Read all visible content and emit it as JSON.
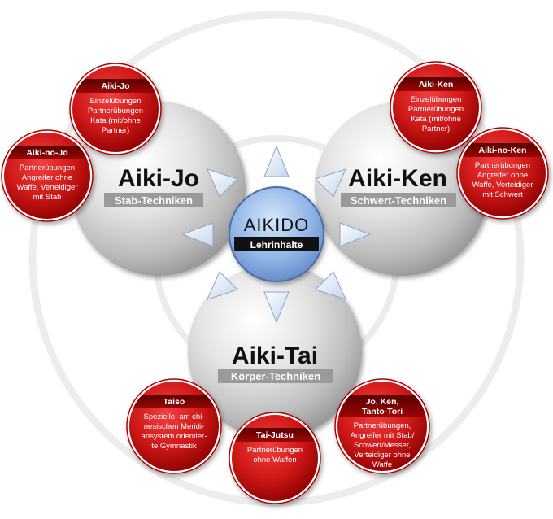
{
  "center": {
    "title": "AIKIDO",
    "subtitle": "Lehrinhalte"
  },
  "main_spheres": [
    {
      "id": "aiki-jo",
      "title": "Aiki-Jo",
      "subtitle": "Stab-Techniken"
    },
    {
      "id": "aiki-ken",
      "title": "Aiki-Ken",
      "subtitle": "Schwert-Techniken"
    },
    {
      "id": "aiki-tai",
      "title": "Aiki-Tai",
      "subtitle": "Körper-Techniken"
    }
  ],
  "detail_circles": [
    {
      "id": "aiki-jo",
      "title": [
        "Aiki-Jo"
      ],
      "body": [
        "Einzelübungen",
        "Partnerübungen",
        "Kata (mit/ohne",
        "Partner)"
      ]
    },
    {
      "id": "aiki-no-jo",
      "title": [
        "Aiki-no-Jo"
      ],
      "body": [
        "Partnerübungen",
        "Angreifer ohne",
        "Waffe, Verteidiger",
        "mit Stab"
      ]
    },
    {
      "id": "aiki-ken",
      "title": [
        "Aiki-Ken"
      ],
      "body": [
        "Einzelübungen",
        "Partnerübungen",
        "Kata (mit/ohne",
        "Partner)"
      ]
    },
    {
      "id": "aiki-no-ken",
      "title": [
        "Aiki-no-Ken"
      ],
      "body": [
        "Partnerübungen",
        "Angreifer ohne",
        "Waffe, Verteidiger",
        "mit Schwert"
      ]
    },
    {
      "id": "taiso",
      "title": [
        "Taiso"
      ],
      "body": [
        "Spezielle, am chi-",
        "nesischen Meridi-",
        "ansystem orientier-",
        "te Gymnastik"
      ]
    },
    {
      "id": "tai-jutsu",
      "title": [
        "Tai-Jutsu"
      ],
      "body": [
        "Partnerübungen",
        "ohne Waffen"
      ]
    },
    {
      "id": "jo-ken-tanto-tori",
      "title": [
        "Jo, Ken,",
        "Tanto-Tori"
      ],
      "body": [
        "Partnerübungen,",
        "Angreifer mit Stab/",
        "Schwert/Messer,",
        "Verteidiger ohne",
        "Waffe"
      ]
    }
  ],
  "colors": {
    "red": "#d01818",
    "dark_red": "#7a0000",
    "sphere_light": "#ffffff",
    "sphere_dark": "#a8a8a8",
    "center_blue": "#7fa8e0",
    "label_gray": "#9a9a9a"
  }
}
